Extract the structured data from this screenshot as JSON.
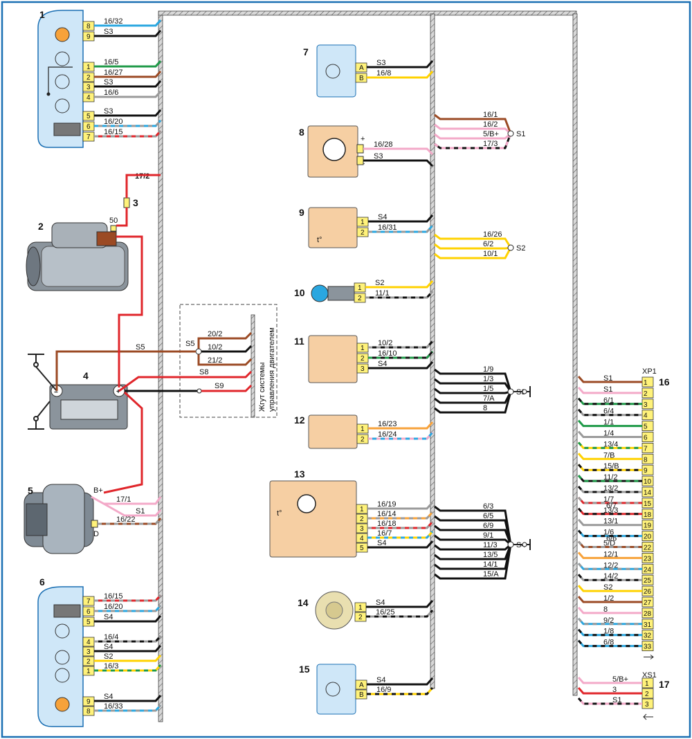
{
  "colors": {
    "frame": "#1a6fb3",
    "bundle": "#b8b8b8",
    "panel_blue": "#cfe7f8",
    "panel_tan": "#f6cfa3",
    "pin_yellow": "#fff27a",
    "red": "#e0262b",
    "brown": "#9b4a24",
    "pink": "#f3a9c8",
    "yellow": "#ffd200",
    "blue": "#2aa7e0",
    "green": "#1f9a48",
    "gray": "#9a9a9a",
    "black": "#111111",
    "orange": "#f7a23a"
  },
  "components": {
    "c1": "1",
    "c2": "2",
    "c3": "3",
    "c4": "4",
    "c5": "5",
    "c6": "6",
    "c7": "7",
    "c8": "8",
    "c9": "9",
    "c10": "10",
    "c11": "11",
    "c12": "12",
    "c13": "13",
    "c14": "14",
    "c15": "15",
    "c16": "16",
    "c17": "17"
  },
  "harness_label_line1": "Жгут системы",
  "harness_label_line2": "управления двигателем",
  "c1_pins": [
    "8",
    "9",
    "1",
    "2",
    "3",
    "4",
    "5",
    "6",
    "7"
  ],
  "c1_wires": [
    "16/32",
    "S3",
    "16/5",
    "16/27",
    "S3",
    "16/6",
    "S3",
    "16/20",
    "16/15"
  ],
  "c6_pins": [
    "7",
    "6",
    "5",
    "4",
    "3",
    "2",
    "1",
    "9",
    "8"
  ],
  "c6_wires": [
    "16/15",
    "16/20",
    "S4",
    "16/4",
    "S4",
    "S2",
    "16/3",
    "S4",
    "16/33"
  ],
  "c7_pins": [
    "A",
    "B"
  ],
  "c7_wires": [
    "S3",
    "16/8"
  ],
  "c8_wires": [
    "16/28",
    "S3"
  ],
  "c8_plus": "+",
  "c8_minus": "−",
  "s1_wires": [
    "16/1",
    "16/2",
    "5/В+",
    "17/3"
  ],
  "s1": "S1",
  "c9_pins": [
    "1",
    "2"
  ],
  "c9_wires": [
    "S4",
    "16/31"
  ],
  "c9_temp": "t°",
  "s2_wires": [
    "16/26",
    "6/2",
    "10/1"
  ],
  "s2": "S2",
  "c10_pins": [
    "1",
    "2"
  ],
  "c10_wires": [
    "S2",
    "11/1"
  ],
  "c11_pins": [
    "1",
    "2",
    "3"
  ],
  "c11_wires": [
    "10/2",
    "16/10",
    "S4"
  ],
  "s3_wires": [
    "1/9",
    "1/3",
    "1/5",
    "7/А",
    "8"
  ],
  "s3": "S3",
  "c12_pins": [
    "1",
    "2"
  ],
  "c12_wires": [
    "16/23",
    "16/24"
  ],
  "c13_pins": [
    "1",
    "2",
    "3",
    "4",
    "5"
  ],
  "c13_wires": [
    "16/19",
    "16/14",
    "16/18",
    "16/7",
    "S4"
  ],
  "c13_temp": "t°",
  "s4_wires": [
    "6/3",
    "6/5",
    "6/9",
    "9/1",
    "11/3",
    "13/5",
    "14/1",
    "15/А"
  ],
  "s4": "S4",
  "c14_pins": [
    "1",
    "2"
  ],
  "c14_wires": [
    "S4",
    "16/25"
  ],
  "c15_pins": [
    "A",
    "B"
  ],
  "c15_wires": [
    "S4",
    "16/9"
  ],
  "c2_fuse_wire": "17/2",
  "c2_term": "50",
  "c4_wires": [
    "S5",
    "S8",
    "S9"
  ],
  "s5_wires": [
    "20/2",
    "10/2",
    "21/2"
  ],
  "s5": "S5",
  "c5_wires": [
    "17/1",
    "S1",
    "16/22"
  ],
  "c5_bplus": "B+",
  "c5_d": "D",
  "xp1_title": "XP1",
  "xp1_pins": [
    "1",
    "2",
    "3",
    "4",
    "5",
    "6",
    "7",
    "8",
    "9",
    "10",
    "14",
    "15",
    "18",
    "19",
    "20",
    "22",
    "23",
    "24",
    "25",
    "26",
    "27",
    "28",
    "31",
    "32",
    "33"
  ],
  "xp1_wires": [
    "S1",
    "S1",
    "6/1",
    "6/4",
    "1/1",
    "1/4",
    "13/4",
    "7/В",
    "15/В",
    "11/2",
    "13/2",
    "1/7",
    "13/3",
    "13/1",
    "1/6",
    "5/D",
    "12/1",
    "12/2",
    "14/2",
    "S2",
    "1/2",
    "8",
    "9/2",
    "1/8",
    "6/8"
  ],
  "xp1_extra_wire": "6/7",
  "xp1_extra_wire2": "6/6",
  "xs1_title": "XS1",
  "xs1_pins": [
    "1",
    "2",
    "3"
  ],
  "xs1_wires": [
    "5/В+",
    "3",
    "S1"
  ]
}
